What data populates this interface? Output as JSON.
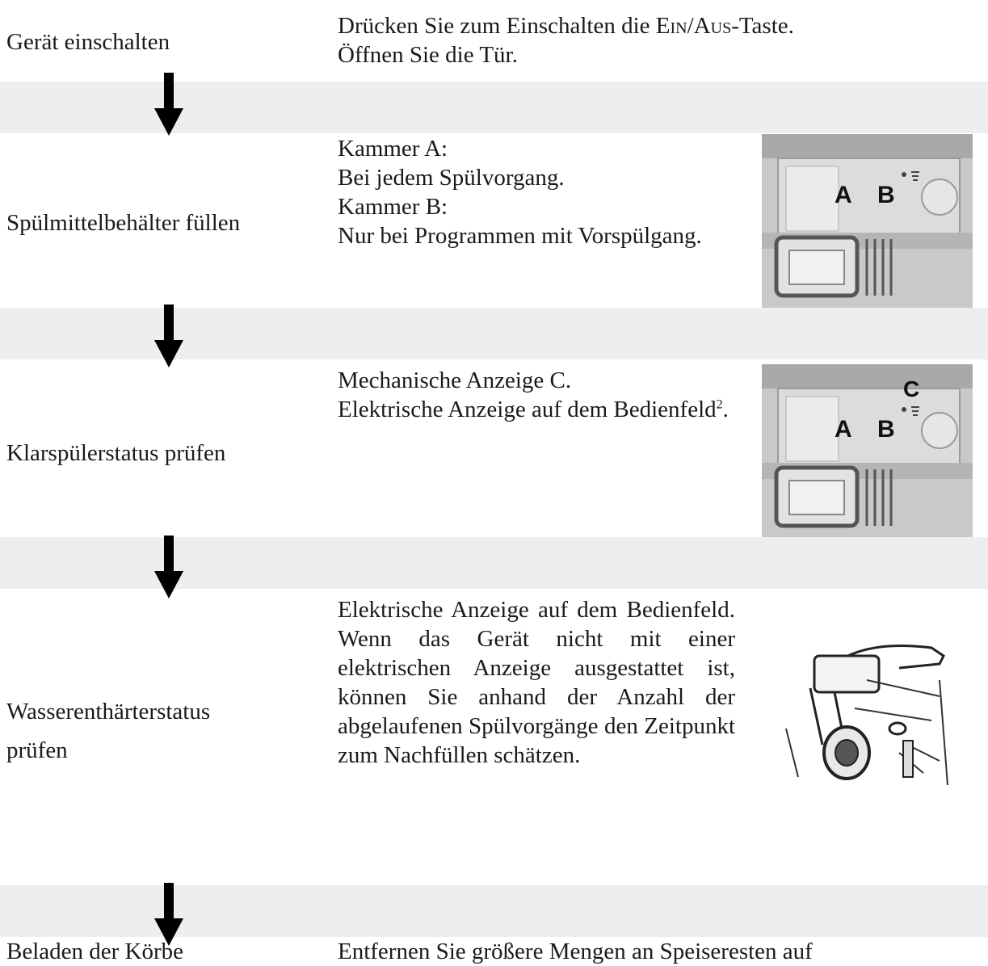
{
  "steps": [
    {
      "label": "Gerät einschalten",
      "desc_line1_a": "Drücken Sie zum Einschalten die ",
      "desc_ein": "Ein",
      "desc_slash": "/",
      "desc_aus": "Aus",
      "desc_line1_b": "-Taste.",
      "desc_line2": "Öffnen Sie die Tür."
    },
    {
      "label": "Spülmittelbehälter füllen",
      "lines": [
        "Kammer A:",
        "Bei jedem Spülvorgang.",
        "Kammer B:",
        "Nur bei Programmen mit Vorspülgang."
      ],
      "image": {
        "label_a": "A",
        "label_b": "B"
      }
    },
    {
      "label": "Klarspülerstatus prüfen",
      "line1": "Mechanische Anzeige C.",
      "line2": "Elektrische Anzeige auf dem Bedienfeld",
      "footnote": "2",
      "line2_end": ".",
      "image": {
        "label_a": "A",
        "label_b": "B",
        "label_c": "C"
      }
    },
    {
      "label_line1": "Wasserenthärterstatus",
      "label_line2": "prüfen",
      "text": "Elektrische Anzeige auf dem Bedienfeld. Wenn das Gerät nicht mit einer elektrischen Anzeige ausgestattet ist, können Sie anhand der Anzahl der abgelaufenen Spülvorgänge den Zeitpunkt zum Nachfüllen schätzen."
    },
    {
      "label": "Beladen der Körbe",
      "text": "Entfernen Sie größere Mengen an Speiseresten auf"
    }
  ],
  "icons": {
    "arrow": "down-arrow-icon"
  },
  "colors": {
    "band": "#eeeeee",
    "text": "#1a1a1a"
  }
}
